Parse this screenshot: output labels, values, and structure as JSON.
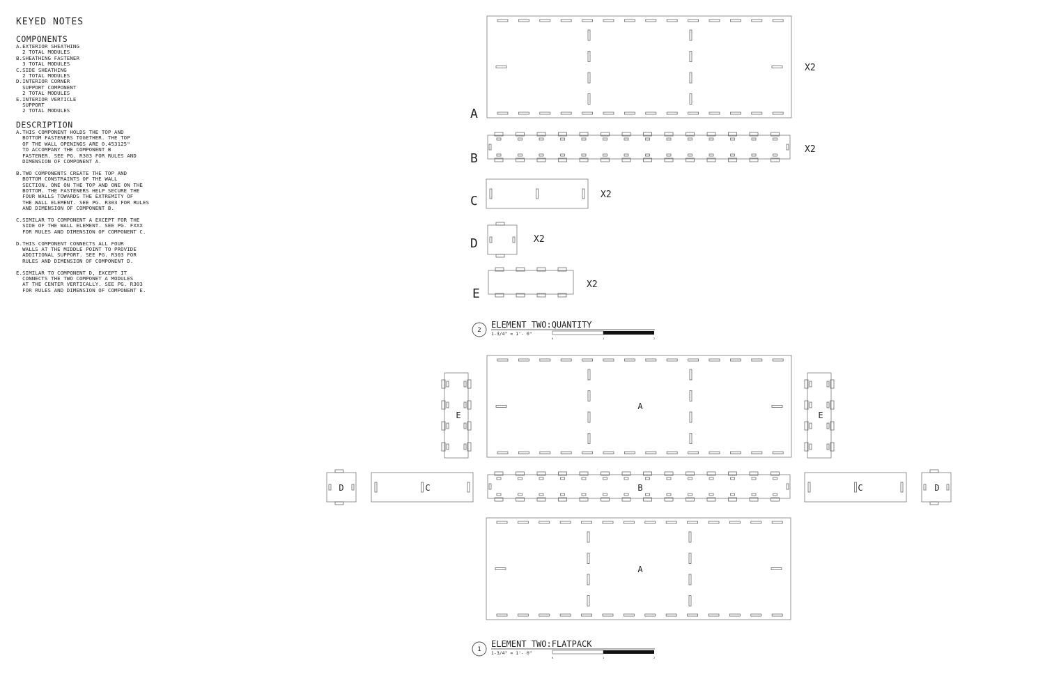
{
  "keyed_notes": {
    "title": "KEYED NOTES",
    "components_title": "COMPONENTS",
    "components_lines": [
      "A.EXTERIOR SHEATHING",
      "  2 TOTAL MODULES",
      "B.SHEATHING FASTENER",
      "  3 TOTAL MODULES",
      "C.SIDE SHEATHING",
      "  2 TOTAL MODULES",
      "D.INTERIOR CORNER",
      "  SUPPORT COMPONENT",
      "  2 TOTAL MODULES",
      "E.INTERIOR VERTICLE",
      "  SUPPORT",
      "  2 TOTAL MODULES"
    ],
    "description_title": "DESCRIPTION",
    "descriptions": [
      [
        "A.THIS COMPONENT HOLDS THE TOP AND",
        "  BOTTOM FASTENERS TOGETHER. THE TOP",
        "  OF THE WALL OPENINGS ARE 0.453125\"",
        "  TO ACCOMPANY THE COMPONENT B",
        "  FASTENER. SEE PG. R303 FOR RULES AND",
        "  DIMENSION OF COMPONENT A."
      ],
      [
        "B.TWO COMPONENTS CREATE THE TOP AND",
        "  BOTTOM CONSTRAINTS OF THE WALL",
        "  SECTION. ONE ON THE TOP AND ONE ON THE",
        "  BOTTOM. THE FASTENERS HELP SECURE THE",
        "  FOUR WALLS TOWARDS THE EXTREMITY OF",
        "  THE WALL ELEMENT. SEE PG. R303 FOR RULES",
        "  AND DIMENSION OF COMPONENT B."
      ],
      [
        "C.SIMILAR TO COMPONENT A EXCEPT FOR THE",
        "  SIDE OF THE WALL ELEMENT. SEE PG. FXXX",
        "  FOR RULES AND DIMENSION OF COMPONENT C."
      ],
      [
        "D.THIS COMPONENT CONNECTS ALL FOUR",
        "  WALLS AT THE MIDDLE POINT TO PROVIDE",
        "  ADDITIONAL SUPPORT. SEE PG. R303 FOR",
        "  RULES AND DIMENSION OF COMPONENT D."
      ],
      [
        "E.SIMILAR TO COMPONENT D, EXCEPT IT",
        "  CONNECTS THE TWO COMPONET A MODULES",
        "  AT THE CENTER VERTICALLY. SEE PG. R303",
        "  FOR RULES AND DIMENSION OF COMPONENT E."
      ]
    ]
  },
  "quantity_view": {
    "number": "2",
    "title": "ELEMENT TWO:QUANTITY",
    "scale": "1-3/4\" = 1'- 0\"",
    "scale_ticks": [
      "0",
      "1",
      "2"
    ],
    "parts": [
      {
        "letter": "A",
        "qty": "X2"
      },
      {
        "letter": "B",
        "qty": "X2"
      },
      {
        "letter": "C",
        "qty": "X2"
      },
      {
        "letter": "D",
        "qty": "X2"
      },
      {
        "letter": "E",
        "qty": "X2"
      }
    ]
  },
  "flatpack_view": {
    "number": "1",
    "title": "ELEMENT TWO:FLATPACK",
    "scale": "1-3/4\" = 1'- 0\"",
    "scale_ticks": [
      "0",
      "1",
      "2"
    ],
    "labels": {
      "A": "A",
      "B": "B",
      "C": "C",
      "D": "D",
      "E": "E"
    }
  },
  "colors": {
    "linework": "#888888",
    "text": "#222222"
  }
}
